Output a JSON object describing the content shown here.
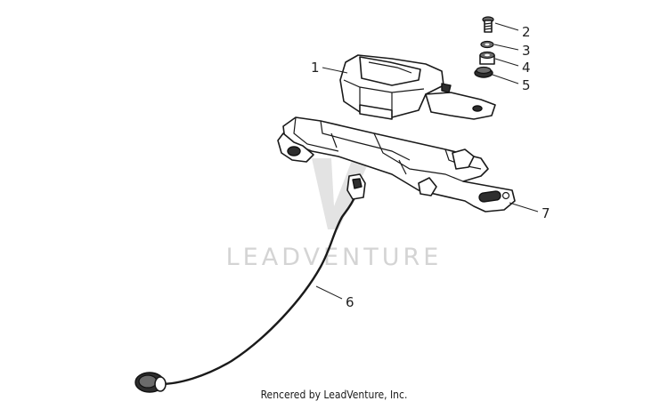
{
  "watermark": {
    "text": "LEADVENTURE"
  },
  "footer": {
    "credit": "Rencered by LeadVenture, Inc."
  },
  "callouts": [
    {
      "id": "1",
      "label": "1"
    },
    {
      "id": "2",
      "label": "2"
    },
    {
      "id": "3",
      "label": "3"
    },
    {
      "id": "4",
      "label": "4"
    },
    {
      "id": "5",
      "label": "5"
    },
    {
      "id": "6",
      "label": "6"
    },
    {
      "id": "7",
      "label": "7"
    }
  ]
}
